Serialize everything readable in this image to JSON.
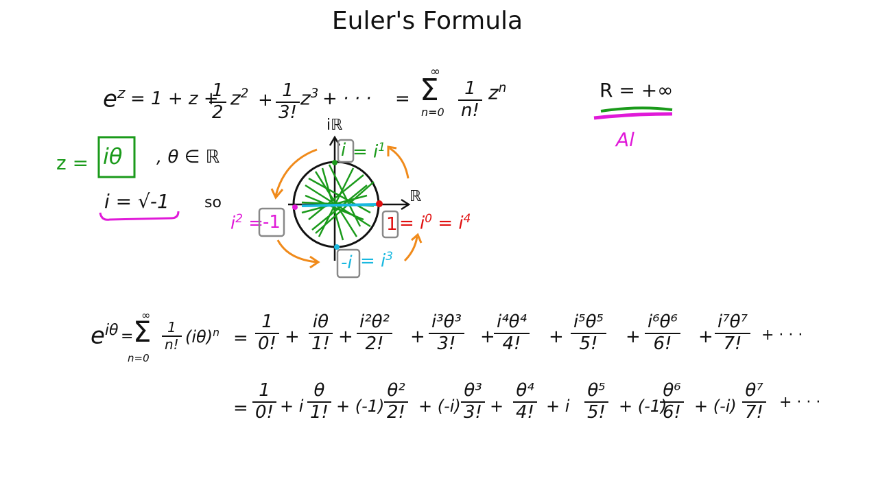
{
  "slide": {
    "title": "Euler's Formula"
  },
  "series_line": {
    "lhs": "e",
    "lhs_exp": "z",
    "terms": "= 1 + z +",
    "half_num": "1",
    "half_den": "2",
    "z2": "z",
    "z2_exp": "2",
    "plus1": "+",
    "third_num": "1",
    "third_den": "3!",
    "z3": "z",
    "z3_exp": "3",
    "tail": "+   · · ·",
    "equals": "=",
    "sum_symbol": "Σ",
    "sum_upper": "∞",
    "sum_lower": "n=0",
    "sum_num": "1",
    "sum_den": "n!",
    "zn": "z",
    "zn_exp": "n"
  },
  "radius_note": {
    "text": "R = +∞",
    "scribble": "Al"
  },
  "definitions": {
    "z_eq": "z =",
    "z_val": "iθ",
    "theta_in": ", θ ∈ ℝ",
    "i_def": "i = √-1",
    "so": "so"
  },
  "unit_circle": {
    "axis_im": "iℝ",
    "axis_re": "ℝ",
    "top_box": "i",
    "top_eq": "= i",
    "top_exp": "1",
    "left_label": "i",
    "left_exp": "2",
    "left_eq": "=",
    "left_box": "-1",
    "right_box": "1",
    "right_eq": "= i",
    "right_exp0": "0",
    "right_eq2": "= i",
    "right_exp4": "4",
    "bottom_box": "-i",
    "bottom_eq": "= i",
    "bottom_exp": "3"
  },
  "expansion_line1": {
    "lhs": "e",
    "lhs_exp": "iθ",
    "eq": "=",
    "sum_symbol": "Σ",
    "sum_upper": "∞",
    "sum_lower": "n=0",
    "sum_num": "1",
    "sum_den": "n!",
    "sum_body": "(iθ)",
    "sum_body_exp": "n",
    "eq2": "=",
    "terms": [
      {
        "num": "1",
        "den": "0!"
      },
      {
        "num": "iθ",
        "den": "1!"
      },
      {
        "num": "i²θ²",
        "den": "2!"
      },
      {
        "num": "i³θ³",
        "den": "3!"
      },
      {
        "num": "i⁴θ⁴",
        "den": "4!"
      },
      {
        "num": "i⁵θ⁵",
        "den": "5!"
      },
      {
        "num": "i⁶θ⁶",
        "den": "6!"
      },
      {
        "num": "i⁷θ⁷",
        "den": "7!"
      }
    ],
    "plus": "+",
    "tail": "+ · · ·"
  },
  "expansion_line2": {
    "eq": "=",
    "terms": [
      {
        "coef": "",
        "num": "1",
        "den": "0!"
      },
      {
        "coef": "+ i",
        "num": "θ",
        "den": "1!"
      },
      {
        "coef": "+ (-1)",
        "num": "θ²",
        "den": "2!"
      },
      {
        "coef": "+ (-i)",
        "num": "θ³",
        "den": "3!"
      },
      {
        "coef": "+",
        "num": "θ⁴",
        "den": "4!"
      },
      {
        "coef": "+ i",
        "num": "θ⁵",
        "den": "5!"
      },
      {
        "coef": "+ (-1)",
        "num": "θ⁶",
        "den": "6!"
      },
      {
        "coef": "+ (-i)",
        "num": "θ⁷",
        "den": "7!"
      }
    ],
    "tail": "+ · · ·"
  },
  "colors": {
    "ink": "#111111",
    "green": "#1a9a1a",
    "magenta": "#e019d8",
    "red": "#e01010",
    "cyan": "#19b8e0",
    "orange": "#f08a1a",
    "gray": "#888888"
  }
}
